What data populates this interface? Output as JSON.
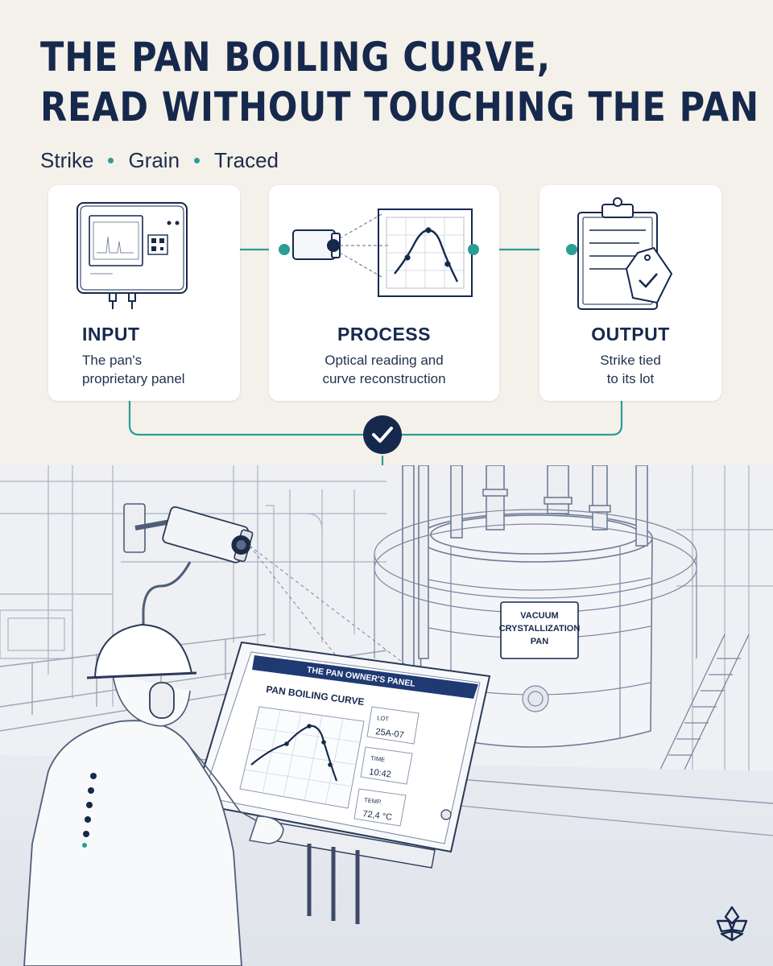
{
  "header": {
    "title_line1": "THE PAN BOILING CURVE,",
    "title_line2": "READ WITHOUT TOUCHING THE PAN",
    "tags": [
      "Strike",
      "Grain",
      "Traced"
    ]
  },
  "steps": [
    {
      "title": "INPUT",
      "desc_lines": [
        "The pan's",
        "proprietary panel"
      ]
    },
    {
      "title": "PROCESS",
      "desc_lines": [
        "Optical reading and",
        "curve reconstruction"
      ]
    },
    {
      "title": "OUTPUT",
      "desc_lines": [
        "Strike tied",
        "to its lot"
      ]
    }
  ],
  "scene": {
    "vessel_label": [
      "VACUUM",
      "CRYSTALLIZATION",
      "PAN"
    ],
    "panel": {
      "banner": "THE PAN OWNER'S PANEL",
      "chart_title": "PAN BOILING CURVE",
      "readouts": [
        {
          "label": "LOT",
          "value": "25A-07"
        },
        {
          "label": "TIME",
          "value": "10:42"
        },
        {
          "label": "TEMP.",
          "value": "72,4 °C"
        }
      ]
    }
  },
  "colors": {
    "navy": "#16294d",
    "teal": "#2a9d96",
    "background": "#f4f1ea",
    "card": "#ffffff",
    "line_art": "#8b97ad"
  },
  "icons": {
    "input": "control-panel-icon",
    "process": "camera-curve-icon",
    "output": "clipboard-tag-icon",
    "connector": "checkmark-icon",
    "brand": "flower-logo-icon"
  }
}
